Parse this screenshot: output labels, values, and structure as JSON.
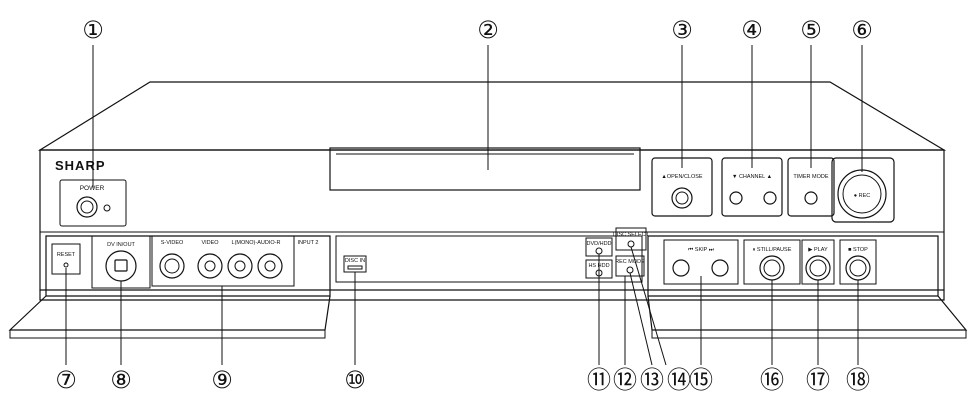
{
  "brand": "SHARP",
  "callouts": [
    "①",
    "②",
    "③",
    "④",
    "⑤",
    "⑥",
    "⑦",
    "⑧",
    "⑨",
    "⑩",
    "⑪",
    "⑫",
    "⑬",
    "⑭",
    "⑮",
    "⑯",
    "⑰",
    "⑱"
  ],
  "labels": {
    "power": "POWER",
    "open_close": "▲OPEN/CLOSE",
    "channel": "▼ CHANNEL ▲",
    "timer_mode": "TIMER MODE",
    "rec": "● REC",
    "reset": "RESET",
    "dv_in_out": "DV IN/OUT",
    "s_video": "S-VIDEO",
    "video": "VIDEO",
    "audio_lr": "L(MONO)-AUDIO-R",
    "input2": "INPUT 2",
    "disc_in": "DISC IN",
    "dvd_hdd": "DVD/HDD",
    "disc_select": "DISC SELECT",
    "rec_mode": "REC MODE",
    "hs_hdd": "HS HDD",
    "skip": "⏮  SKIP  ⏭",
    "still_pause": "⏸ STILL/PAUSE",
    "play": "▶ PLAY",
    "stop": "■ STOP"
  }
}
